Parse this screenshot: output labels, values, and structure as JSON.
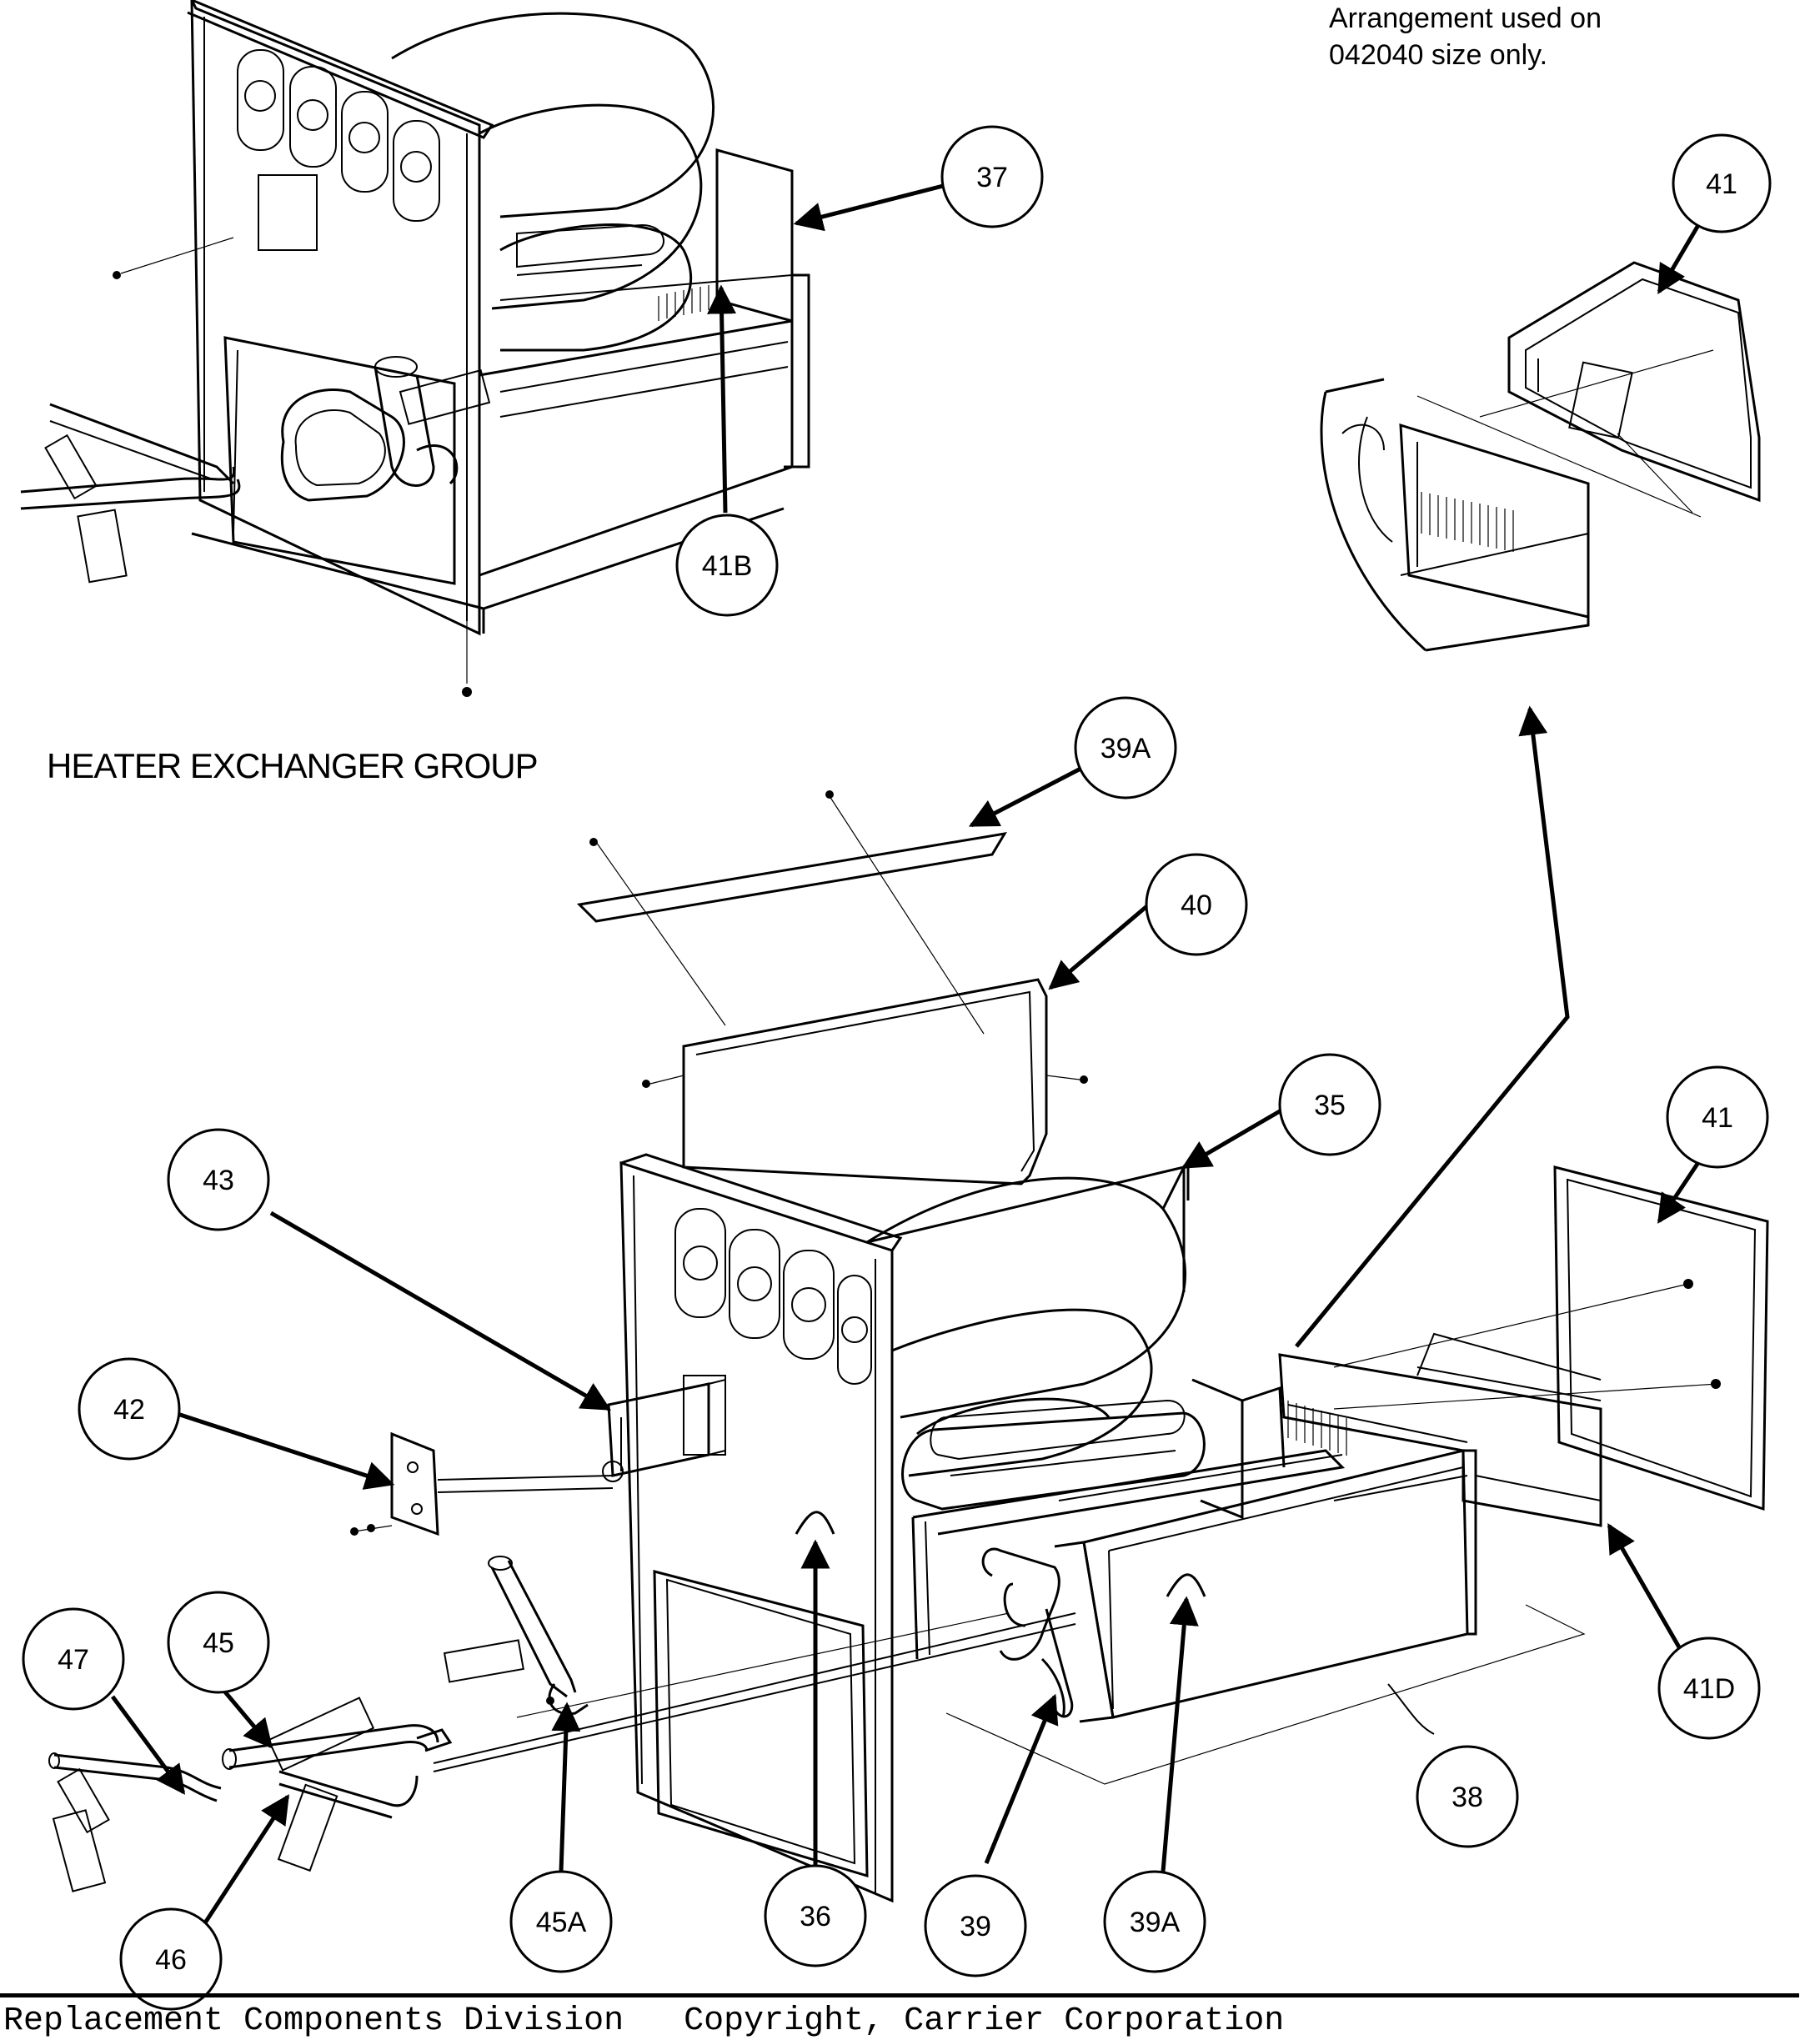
{
  "note": {
    "line1": "Arrangement used on",
    "line2": "042040 size only."
  },
  "group_title": "HEATER EXCHANGER GROUP",
  "footer": {
    "left": "Replacement Components Division",
    "right": "Copyright, Carrier Corporation"
  },
  "callouts": [
    {
      "id": "c37",
      "label": "37"
    },
    {
      "id": "c41-top",
      "label": "41"
    },
    {
      "id": "c41b",
      "label": "41B"
    },
    {
      "id": "c39a-top",
      "label": "39A"
    },
    {
      "id": "c40",
      "label": "40"
    },
    {
      "id": "c35",
      "label": "35"
    },
    {
      "id": "c41-right",
      "label": "41"
    },
    {
      "id": "c43",
      "label": "43"
    },
    {
      "id": "c42",
      "label": "42"
    },
    {
      "id": "c47",
      "label": "47"
    },
    {
      "id": "c45",
      "label": "45"
    },
    {
      "id": "c41d",
      "label": "41D"
    },
    {
      "id": "c38",
      "label": "38"
    },
    {
      "id": "c46",
      "label": "46"
    },
    {
      "id": "c45a",
      "label": "45A"
    },
    {
      "id": "c36",
      "label": "36"
    },
    {
      "id": "c39",
      "label": "39"
    },
    {
      "id": "c39a-bottom",
      "label": "39A"
    }
  ]
}
